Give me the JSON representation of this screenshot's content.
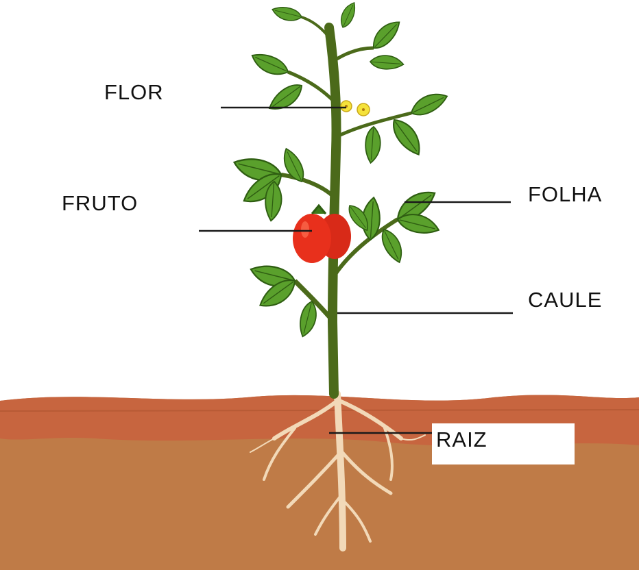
{
  "labels": {
    "flor": "FLOR",
    "fruto": "FRUTO",
    "folha": "FOLHA",
    "caule": "CAULE",
    "raiz": "RAIZ"
  },
  "colors": {
    "stem": "#4b6a1a",
    "leaf": "#5aa02c",
    "leaf_dark": "#3d7a1a",
    "fruit": "#e8301c",
    "flower": "#f5e23a",
    "soil_top": "#c96b45",
    "soil": "#bd7a45",
    "root": "#f2d9b8",
    "line": "#1a1a1a"
  }
}
